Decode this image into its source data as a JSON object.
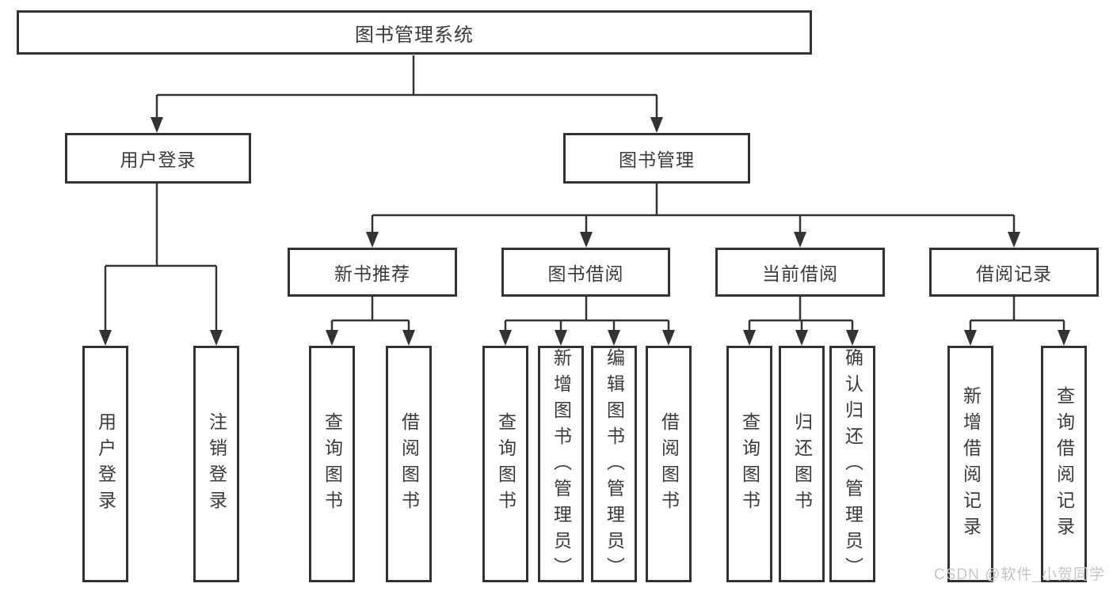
{
  "colors": {
    "line": "#333333",
    "text": "#3a3a3a",
    "watermark": "#c9c3c3",
    "background": "#ffffff"
  },
  "watermark": {
    "text": "CSDN @软件_小贺同学"
  },
  "tree": {
    "root": {
      "label": "图书管理系统"
    },
    "branches": [
      {
        "label": "用户登录",
        "children": [
          {
            "label": "用户登录"
          },
          {
            "label": "注销登录"
          }
        ]
      },
      {
        "label": "图书管理",
        "children": [
          {
            "label": "新书推荐",
            "children": [
              {
                "label": "查询图书"
              },
              {
                "label": "借阅图书"
              }
            ]
          },
          {
            "label": "图书借阅",
            "children": [
              {
                "label": "查询图书"
              },
              {
                "label": "新增图书（管理员）"
              },
              {
                "label": "编辑图书（管理员）"
              },
              {
                "label": "借阅图书"
              }
            ]
          },
          {
            "label": "当前借阅",
            "children": [
              {
                "label": "查询图书"
              },
              {
                "label": "归还图书"
              },
              {
                "label": "确认归还（管理员）"
              }
            ]
          },
          {
            "label": "借阅记录",
            "children": [
              {
                "label": "新增借阅记录"
              },
              {
                "label": "查询借阅记录"
              }
            ]
          }
        ]
      }
    ]
  }
}
